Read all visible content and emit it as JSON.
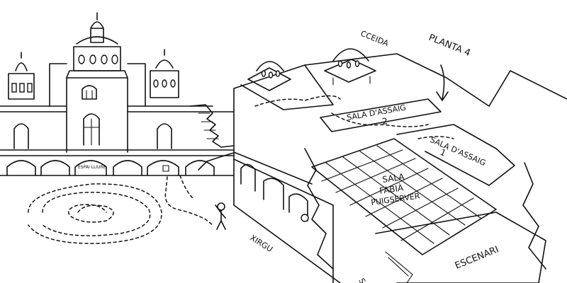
{
  "labels": {
    "planta": "PLANTA 4",
    "cceida": "CCEIDA",
    "sala_assaig_2_line1": "SALA D'ASSAIG",
    "sala_assaig_2_line2": "2",
    "sala_assaig_1_line1": "SALA D'ASSAIG",
    "sala_assaig_1_line2": "1",
    "sala_fabia_1": "SALA",
    "sala_fabia_2": "FABIÀ",
    "sala_fabia_3": "PUIGSERVER",
    "escenari": "ESCENARI",
    "xirgu": "XIRGU",
    "espai_lliure": "ESPAI LLIURE",
    "sala_partial": "SAL"
  },
  "style": {
    "ink": "#111111",
    "paper": "#ffffff"
  }
}
